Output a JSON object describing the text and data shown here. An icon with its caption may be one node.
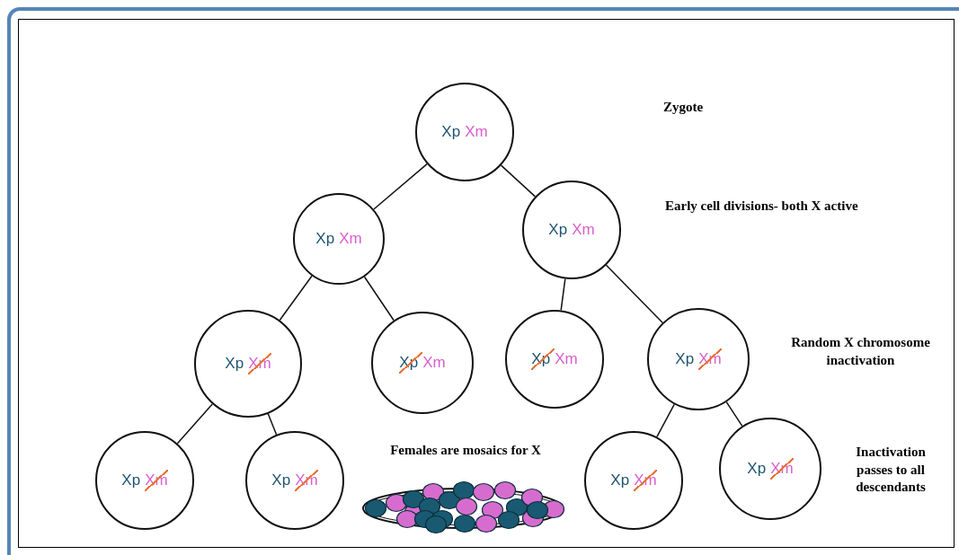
{
  "diagram": {
    "nodes": [
      {
        "text": [
          "Xp",
          "Xm"
        ]
      },
      {
        "text": [
          "Xp",
          "Xm"
        ]
      },
      {
        "text": [
          "Xp",
          "Xm"
        ]
      },
      {
        "text": [
          "Xp",
          "Xm"
        ]
      },
      {
        "text": [
          "Xp",
          "Xm"
        ]
      },
      {
        "text": [
          "Xp",
          "Xm"
        ]
      },
      {
        "text": [
          "Xp",
          "Xm"
        ]
      },
      {
        "text": [
          "Xp",
          "Xm"
        ]
      },
      {
        "text": [
          "Xp",
          "Xm"
        ]
      },
      {
        "text": [
          "Xp",
          "Xm"
        ]
      },
      {
        "text": [
          "Xp",
          "Xm"
        ]
      }
    ],
    "edges": [
      {
        "from": 0,
        "to": 1,
        "arrow": "none"
      },
      {
        "from": 0,
        "to": 2,
        "arrow": "none"
      },
      {
        "from": 1,
        "to": 3,
        "arrow": "none"
      },
      {
        "from": 1,
        "to": 4,
        "arrow": "none"
      },
      {
        "from": 2,
        "to": 5,
        "arrow": "none"
      },
      {
        "from": 2,
        "to": 6,
        "arrow": "none"
      },
      {
        "from": 3,
        "to": 7,
        "arrow": "none"
      },
      {
        "from": 3,
        "to": 8,
        "arrow": "none"
      },
      {
        "from": 6,
        "to": 9,
        "arrow": "none"
      },
      {
        "from": 6,
        "to": 10,
        "arrow": "none"
      }
    ],
    "labels": [
      "Zygote",
      "Early cell divisions- both X active",
      "Random X chromosome inactivation",
      "Females are mosaics for X",
      "Inactivation passes to all descendants"
    ]
  }
}
